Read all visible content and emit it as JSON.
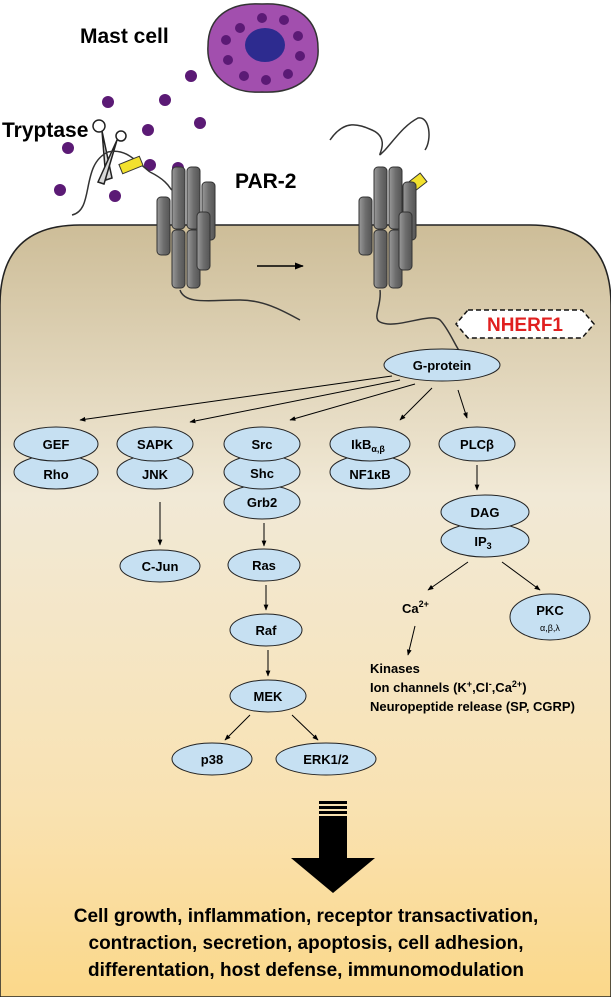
{
  "labels": {
    "mast_cell": "Mast cell",
    "tryptase": "Tryptase",
    "par2": "PAR-2",
    "nherf1": "NHERF1",
    "g_protein": "G-protein"
  },
  "nodes": {
    "gef": "GEF",
    "rho": "Rho",
    "sapk": "SAPK",
    "jnk": "JNK",
    "cjun": "C-Jun",
    "src": "Src",
    "shc": "Shc",
    "grb2": "Grb2",
    "ras": "Ras",
    "raf": "Raf",
    "mek": "MEK",
    "p38": "p38",
    "erk": "ERK1/2",
    "ikb": "IkB",
    "ikb_sub": "α,β",
    "nf1kb": "NF1κB",
    "plcb": "PLCβ",
    "dag": "DAG",
    "ip3": "IP",
    "ip3_sub": "3",
    "ca": "Ca",
    "ca_sup": "2+",
    "pkc": "PKC",
    "pkc_sub": "α,β,λ"
  },
  "effects": {
    "kinases": "Kinases",
    "ion_prefix": "Ion channels (K",
    "ion_sup1": "+",
    "ion_mid1": ",Cl",
    "ion_sup2": "-",
    "ion_mid2": ",Ca",
    "ion_sup3": "2+",
    "ion_suffix": ")",
    "neuropeptide": "Neuropeptide release (SP, CGRP)"
  },
  "outcome": {
    "line1": "Cell growth, inflammation, receptor transactivation,",
    "line2": "contraction, secretion, apoptosis, cell adhesion,",
    "line3": "differentation, host defense, immunomodulation"
  },
  "colors": {
    "node_fill": "#c6e0f2",
    "mast_cell_outer": "#a24fae",
    "mast_cell_granule": "#5b1a75",
    "nucleus": "#2d2b8f",
    "helix": "#7a7a7a",
    "tethered_ligand": "#f2e12e",
    "nherf1_text": "#e02020",
    "cell_top": "#cdbd98",
    "cell_bottom": "#fbd88a"
  }
}
